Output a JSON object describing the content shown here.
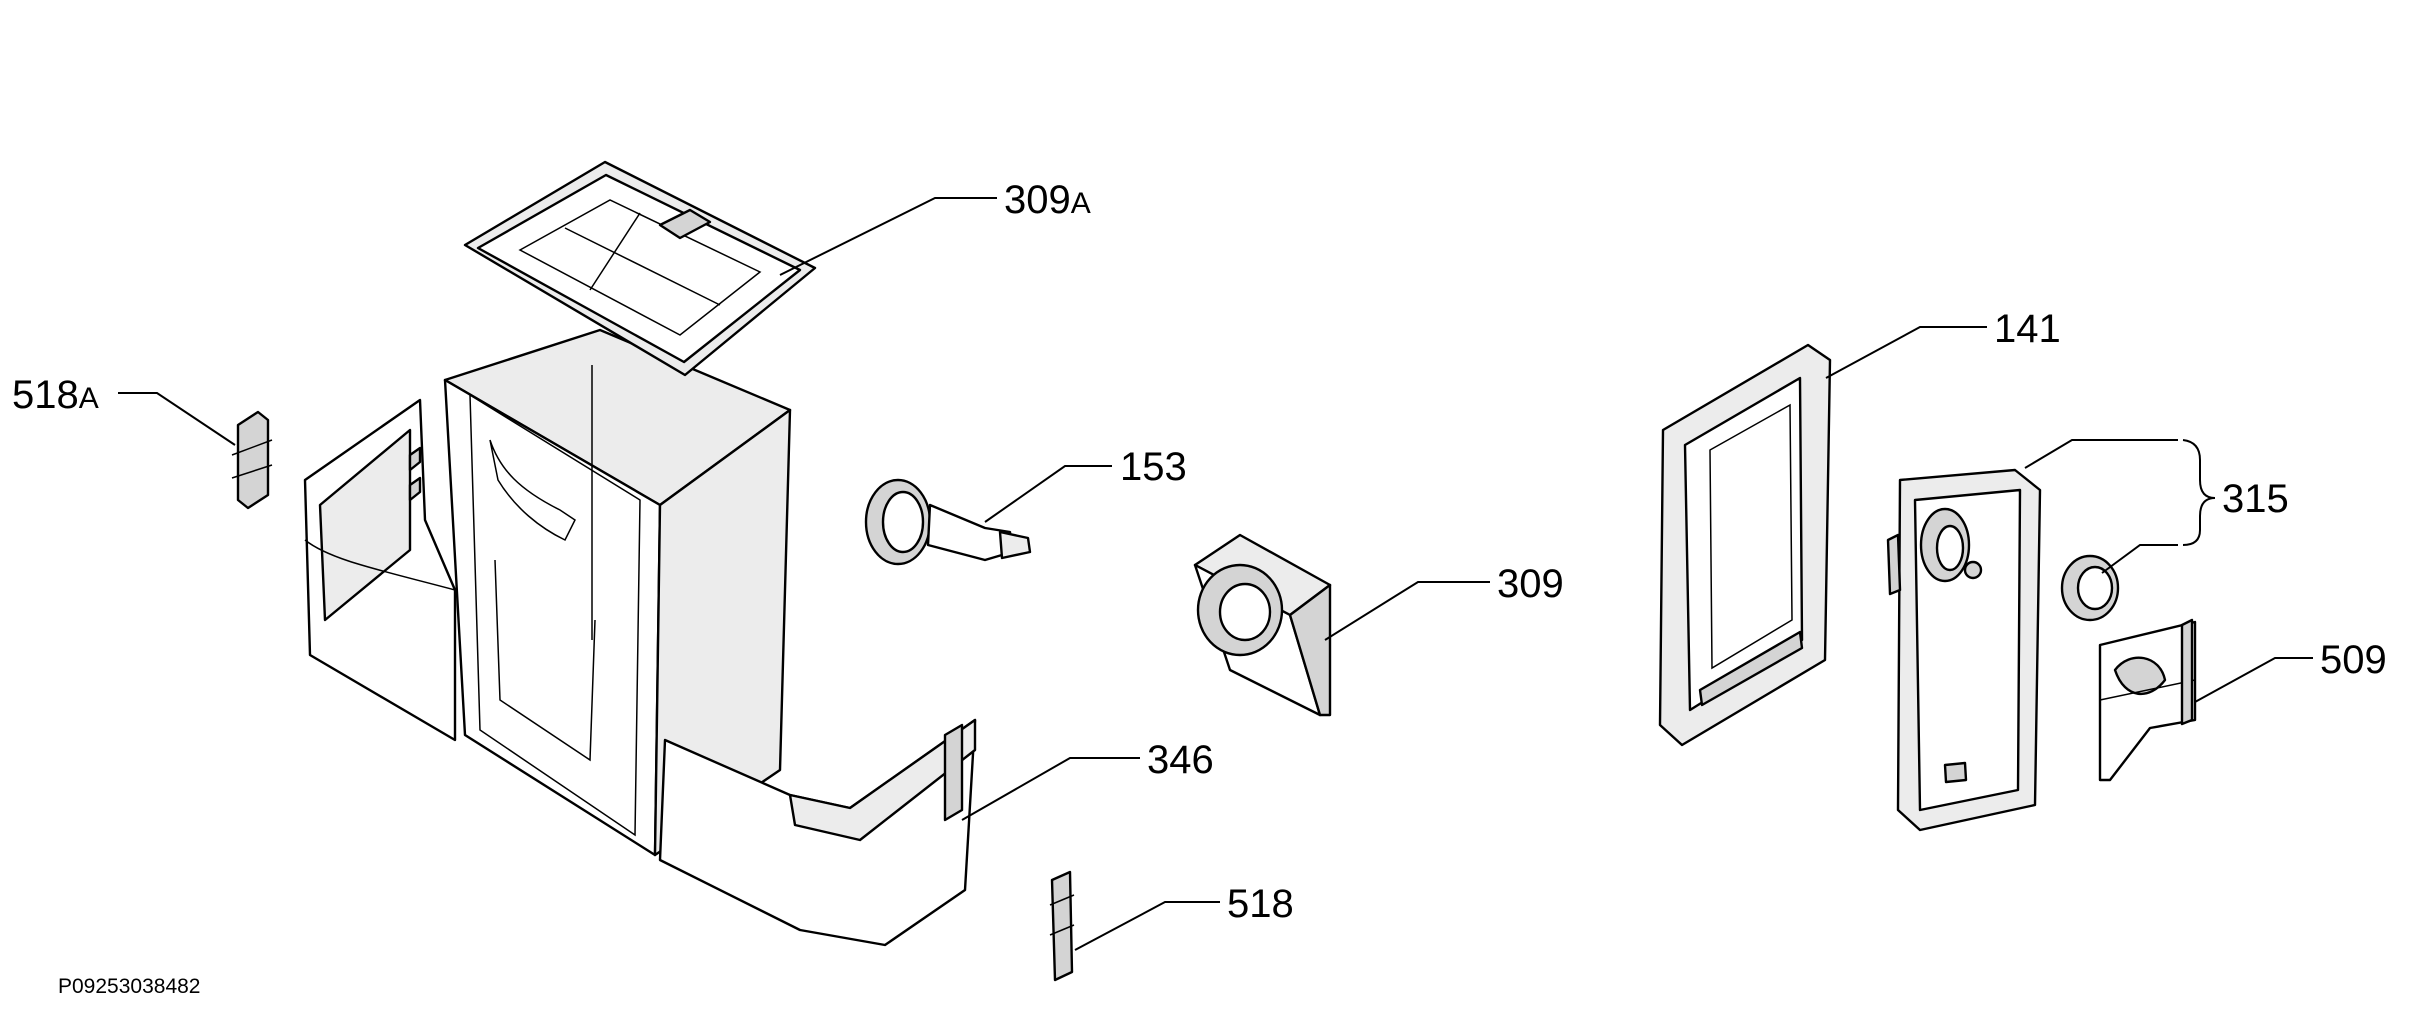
{
  "labels": {
    "p309a": {
      "num": "309",
      "suffix": "A"
    },
    "p518a": {
      "num": "518",
      "suffix": "A"
    },
    "p153": {
      "num": "153",
      "suffix": ""
    },
    "p309": {
      "num": "309",
      "suffix": ""
    },
    "p141": {
      "num": "141",
      "suffix": ""
    },
    "p315": {
      "num": "315",
      "suffix": ""
    },
    "p509": {
      "num": "509",
      "suffix": ""
    },
    "p346": {
      "num": "346",
      "suffix": ""
    },
    "p518": {
      "num": "518",
      "suffix": ""
    }
  },
  "document_number": "P09253038482",
  "colors": {
    "line": "#000000",
    "fill": "#ffffff",
    "shade": "#ececec"
  }
}
